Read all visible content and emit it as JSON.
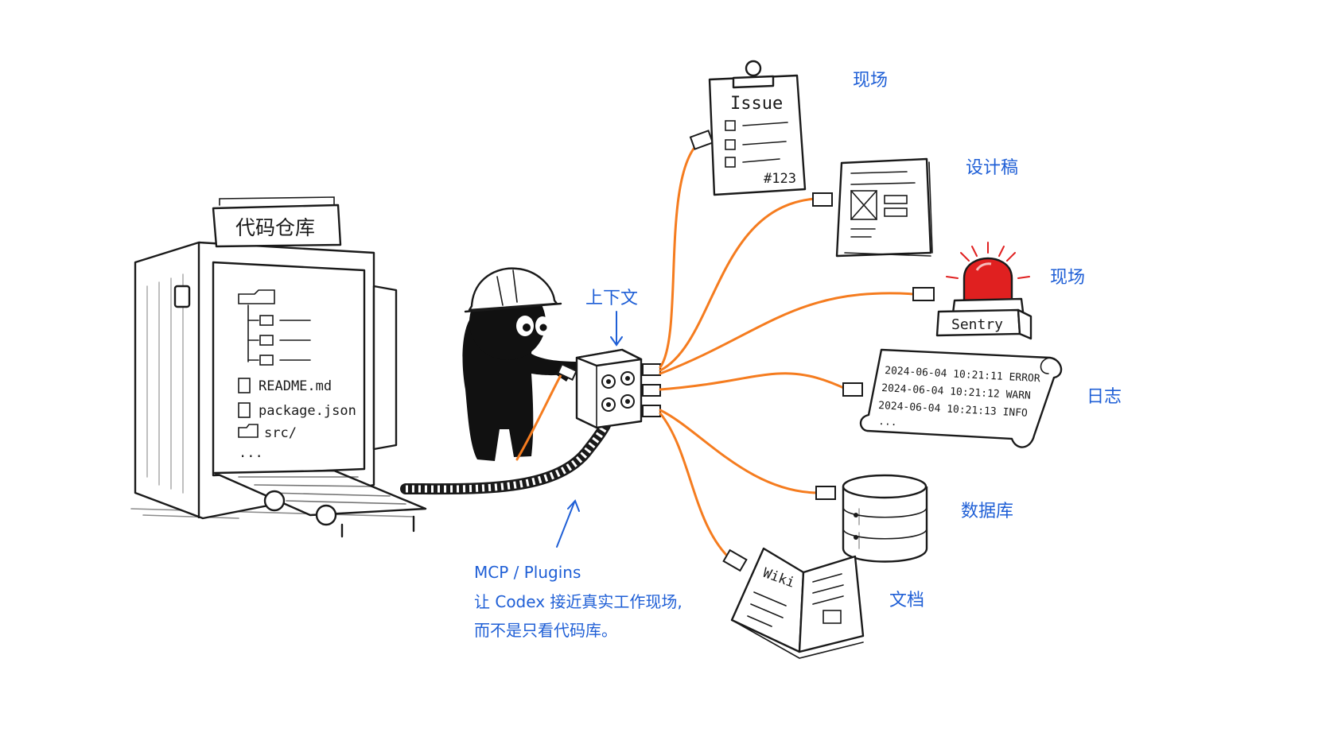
{
  "repository": {
    "sign": "代码仓库",
    "files": [
      "README.md",
      "package.json",
      "src/",
      "..."
    ]
  },
  "hub_label": "上下文",
  "caption": {
    "line1": "MCP / Plugins",
    "line2": "让 Codex 接近真实工作现场,",
    "line3": "而不是只看代码库。"
  },
  "sources": {
    "issue": {
      "label": "现场",
      "title": "Issue",
      "number": "#123"
    },
    "design": {
      "label": "设计稿"
    },
    "sentry": {
      "label": "现场",
      "badge": "Sentry"
    },
    "logs": {
      "label": "日志",
      "lines": [
        "2024-06-04  10:21:11  ERROR",
        "2024-06-04  10:21:12  WARN",
        "2024-06-04  10:21:13  INFO",
        "..."
      ]
    },
    "database": {
      "label": "数据库"
    },
    "docs": {
      "label": "文档",
      "title": "Wiki"
    }
  },
  "colors": {
    "cable": "#f57c1f",
    "label": "#1f5fd6",
    "ink": "#1a1a1a",
    "alarm": "#e02020"
  }
}
